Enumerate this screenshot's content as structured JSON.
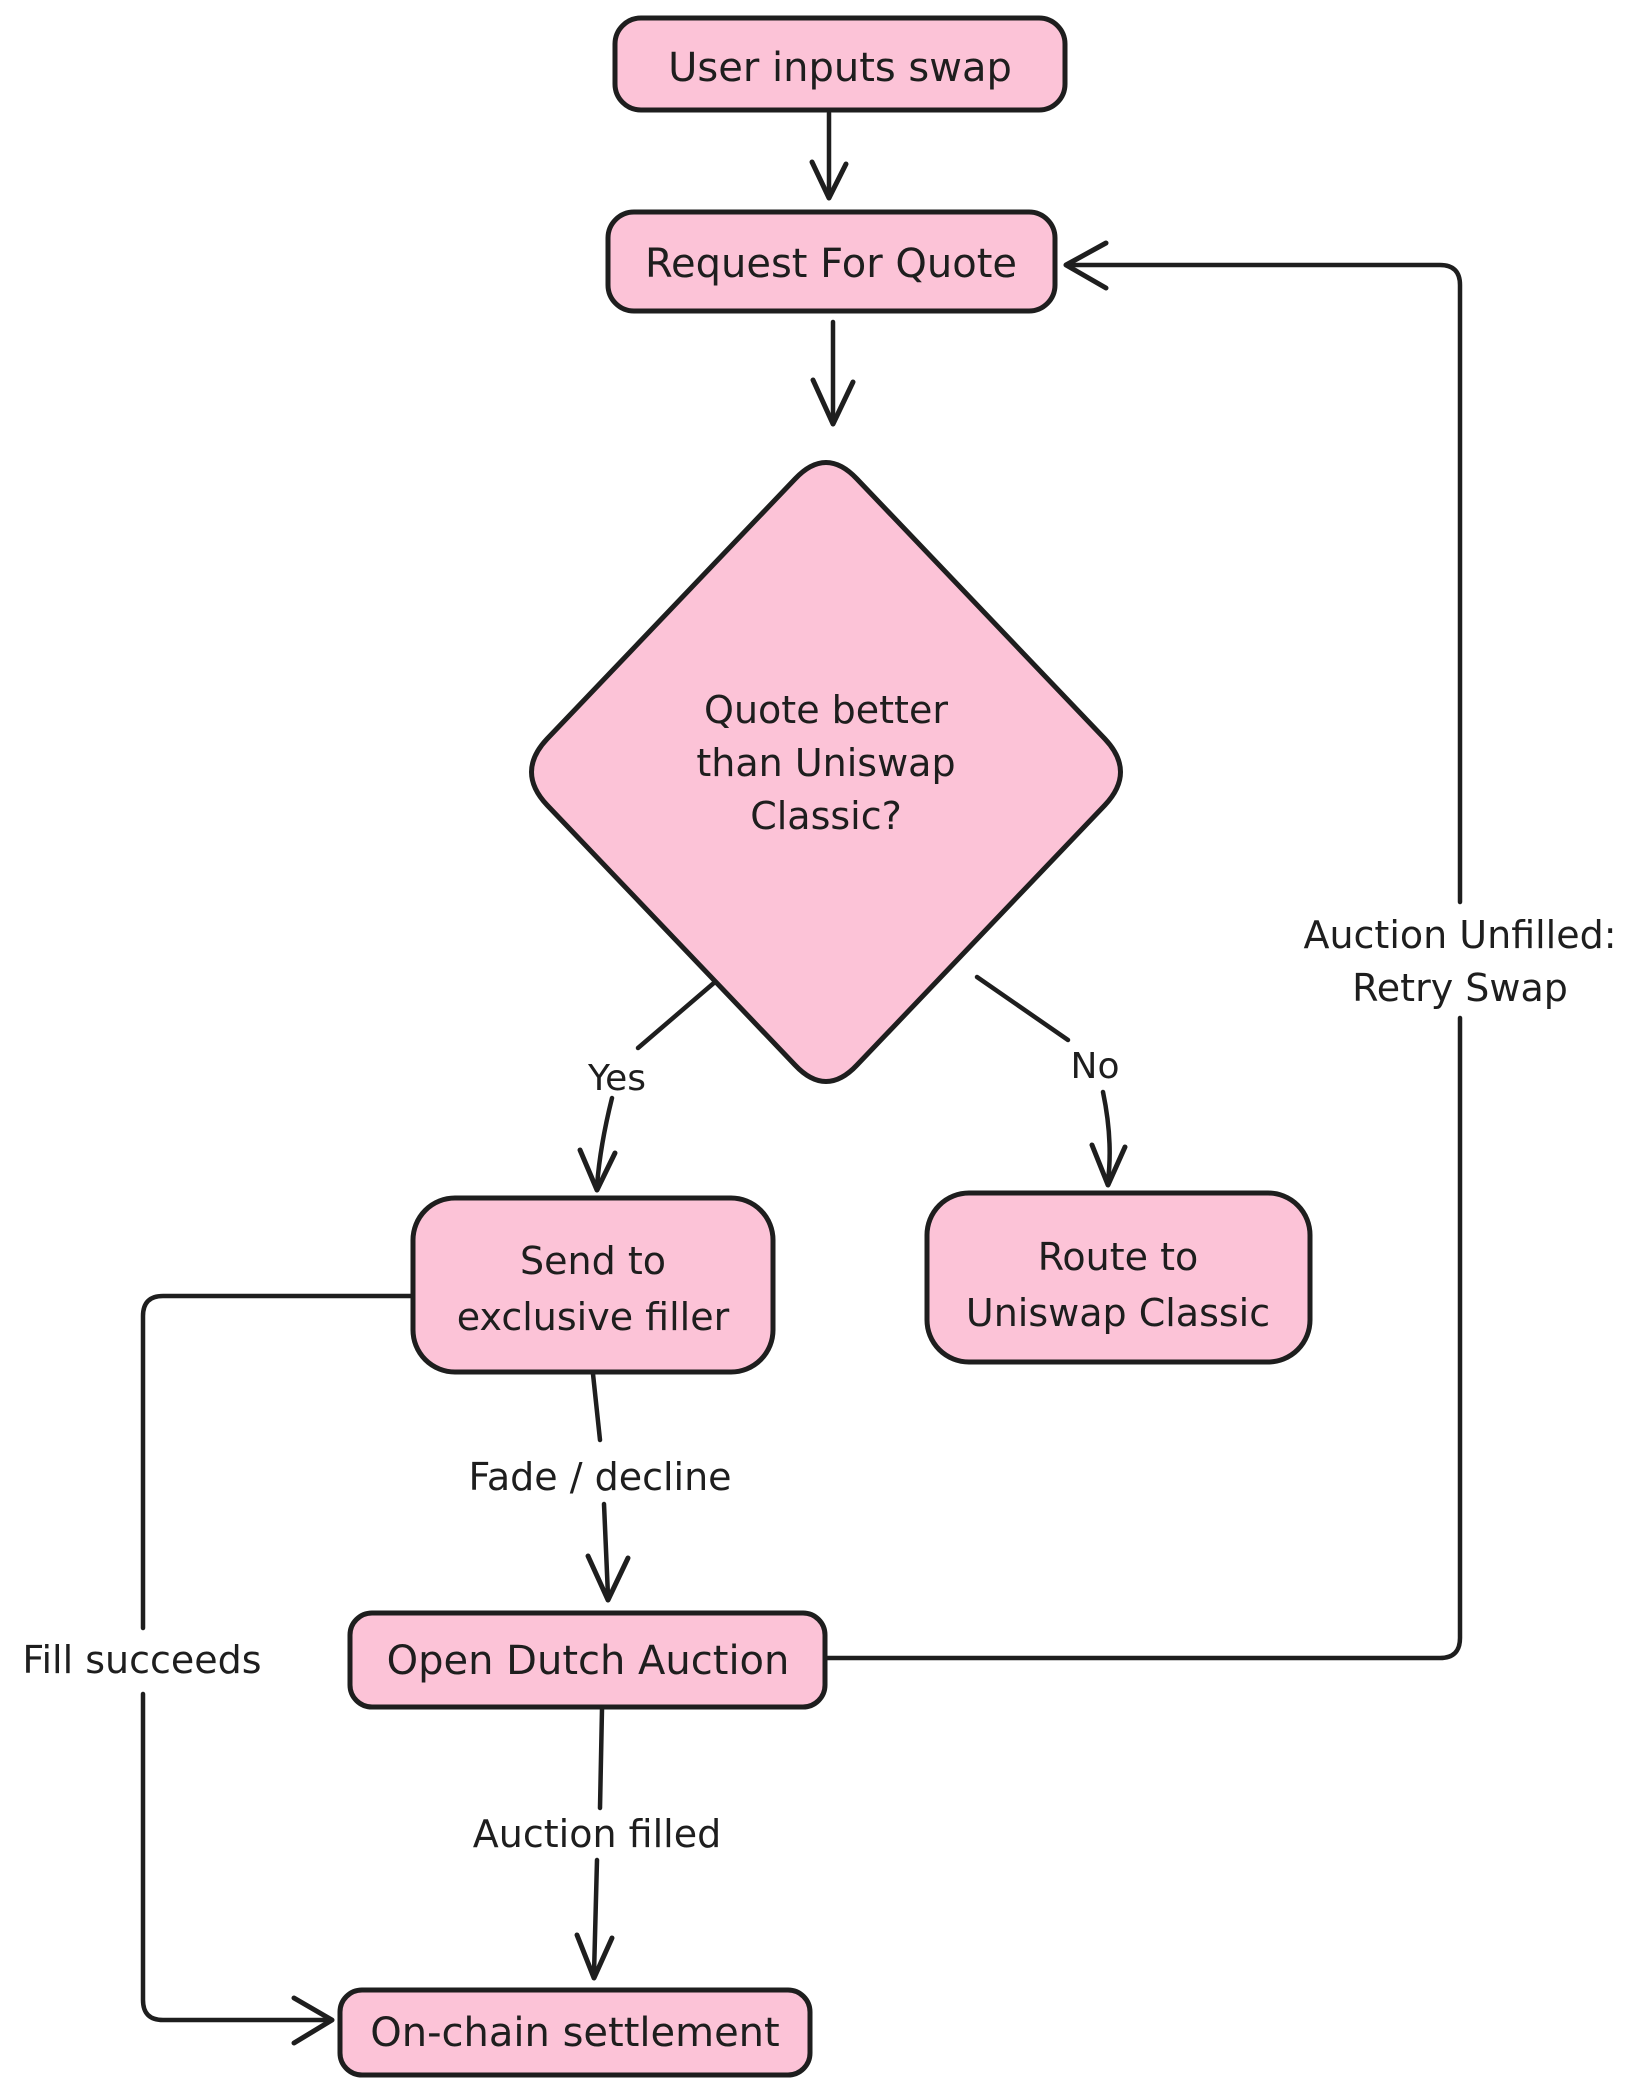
{
  "diagram": {
    "colors": {
      "node_fill": "#fcc3d7",
      "node_stroke": "#1e1e1e",
      "line": "#1e1e1e",
      "background": "#ffffff"
    },
    "nodes": {
      "user_inputs_swap": {
        "label": "User inputs swap"
      },
      "request_for_quote": {
        "label": "Request For Quote"
      },
      "quote_better_decision": {
        "lines": [
          "Quote better",
          "than Uniswap",
          "Classic?"
        ]
      },
      "send_to_exclusive_filler": {
        "lines": [
          "Send to",
          "exclusive filler"
        ]
      },
      "route_to_uniswap_classic": {
        "lines": [
          "Route to",
          "Uniswap Classic"
        ]
      },
      "open_dutch_auction": {
        "label": "Open Dutch Auction"
      },
      "on_chain_settlement": {
        "label": "On-chain settlement"
      }
    },
    "edge_labels": {
      "yes": "Yes",
      "no": "No",
      "fade_decline": "Fade / decline",
      "auction_filled": "Auction filled",
      "fill_succeeds": "Fill succeeds",
      "auction_unfilled_line1": "Auction Unfilled:",
      "auction_unfilled_line2": "Retry Swap"
    }
  }
}
